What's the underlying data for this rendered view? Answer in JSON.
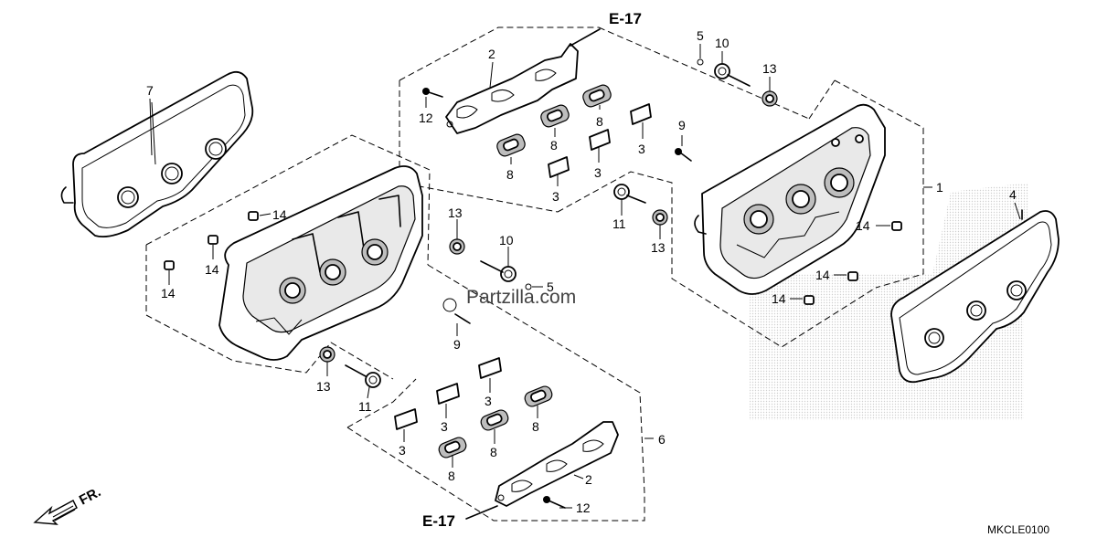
{
  "diagram": {
    "references": [
      "E-17",
      "E-17"
    ],
    "watermark": "Partzilla.com",
    "front_label": "FR.",
    "diagram_code": "MKCLE0100",
    "callouts": [
      {
        "id": "c-7",
        "label": "7"
      },
      {
        "id": "c-2t",
        "label": "2"
      },
      {
        "id": "c-12t",
        "label": "12"
      },
      {
        "id": "c-5t",
        "label": "5"
      },
      {
        "id": "c-10t",
        "label": "10"
      },
      {
        "id": "c-13t",
        "label": "13"
      },
      {
        "id": "c-8a",
        "label": "8"
      },
      {
        "id": "c-8b",
        "label": "8"
      },
      {
        "id": "c-8c",
        "label": "8"
      },
      {
        "id": "c-3a",
        "label": "3"
      },
      {
        "id": "c-3b",
        "label": "3"
      },
      {
        "id": "c-3c",
        "label": "3"
      },
      {
        "id": "c-9t",
        "label": "9"
      },
      {
        "id": "c-1",
        "label": "1"
      },
      {
        "id": "c-4",
        "label": "4"
      },
      {
        "id": "c-11t",
        "label": "11"
      },
      {
        "id": "c-13m",
        "label": "13"
      },
      {
        "id": "c-14a",
        "label": "14"
      },
      {
        "id": "c-14b",
        "label": "14"
      },
      {
        "id": "c-14c",
        "label": "14"
      },
      {
        "id": "c-14l1",
        "label": "14"
      },
      {
        "id": "c-14l2",
        "label": "14"
      },
      {
        "id": "c-14l3",
        "label": "14"
      },
      {
        "id": "c-13l",
        "label": "13"
      },
      {
        "id": "c-10l",
        "label": "10"
      },
      {
        "id": "c-5l",
        "label": "5"
      },
      {
        "id": "c-9l",
        "label": "9"
      },
      {
        "id": "c-13b",
        "label": "13"
      },
      {
        "id": "c-11b",
        "label": "11"
      },
      {
        "id": "c-3d",
        "label": "3"
      },
      {
        "id": "c-3e",
        "label": "3"
      },
      {
        "id": "c-3f",
        "label": "3"
      },
      {
        "id": "c-8d",
        "label": "8"
      },
      {
        "id": "c-8e",
        "label": "8"
      },
      {
        "id": "c-8f",
        "label": "8"
      },
      {
        "id": "c-6",
        "label": "6"
      },
      {
        "id": "c-2b",
        "label": "2"
      },
      {
        "id": "c-12b",
        "label": "12"
      }
    ]
  }
}
